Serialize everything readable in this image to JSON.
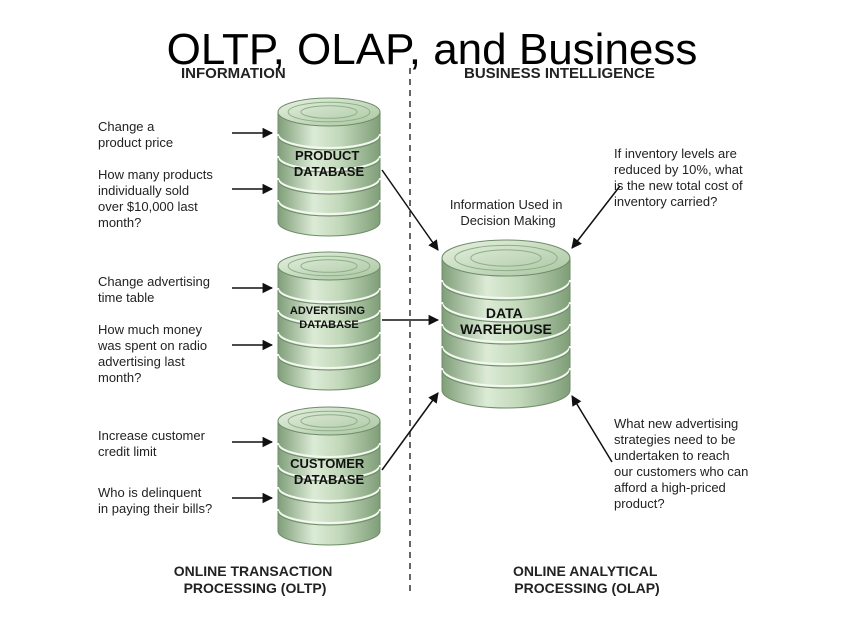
{
  "title": "OLTP, OLAP, and Business",
  "headers": {
    "information": "INFORMATION",
    "business_intelligence": "BUSINESS INTELLIGENCE"
  },
  "databases": {
    "product": [
      "PRODUCT",
      "DATABASE"
    ],
    "advertising": [
      "ADVERTISING",
      "DATABASE"
    ],
    "customer": [
      "CUSTOMER",
      "DATABASE"
    ],
    "warehouse": [
      "DATA",
      "WAREHOUSE"
    ]
  },
  "oltp_questions": {
    "q1": [
      "Change a",
      "product price"
    ],
    "q2": [
      "How many products",
      "individually sold",
      "over $10,000 last",
      "month?"
    ],
    "q3": [
      "Change advertising",
      "time table"
    ],
    "q4": [
      "How much money",
      "was spent on radio",
      "advertising last",
      "month?"
    ],
    "q5": [
      "Increase customer",
      "credit limit"
    ],
    "q6": [
      "Who is delinquent",
      "in paying their bills?"
    ]
  },
  "decision_label": [
    "Information Used in",
    "Decision Making"
  ],
  "olap_questions": {
    "q1": [
      "If inventory levels are",
      "reduced by 10%, what",
      "is the new total cost of",
      "inventory carried?"
    ],
    "q2": [
      "What new advertising",
      "strategies need to be",
      "undertaken to reach",
      "our customers who can",
      "afford a high-priced",
      "product?"
    ]
  },
  "footers": {
    "oltp": [
      "ONLINE TRANSACTION",
      "PROCESSING (OLTP)"
    ],
    "olap": [
      "ONLINE ANALYTICAL",
      "PROCESSING (OLAP)"
    ]
  },
  "colors": {
    "cylinder_light": "#dcebd6",
    "cylinder_mid": "#b4cfab",
    "cylinder_dark": "#7f9e78",
    "text": "#222222"
  }
}
